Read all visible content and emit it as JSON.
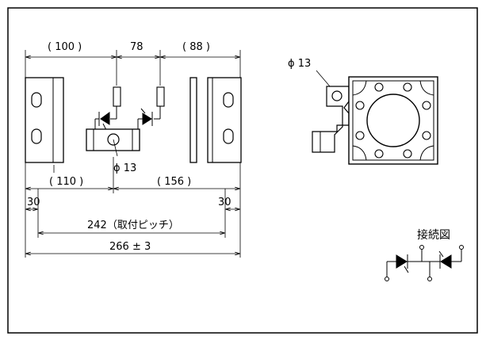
{
  "diagram": {
    "dimensions": {
      "top_left": "( 100 )",
      "top_mid": "78",
      "top_right": "( 88 )",
      "bottom_left": "( 110 )",
      "bottom_right": "( 156 )",
      "side_left": "30",
      "side_right": "30",
      "pitch": "242（取付ピッチ）",
      "overall": "266 ± 3"
    },
    "hole_front": "ϕ 13",
    "hole_side": "ϕ 13",
    "connection_label": "接続図"
  }
}
